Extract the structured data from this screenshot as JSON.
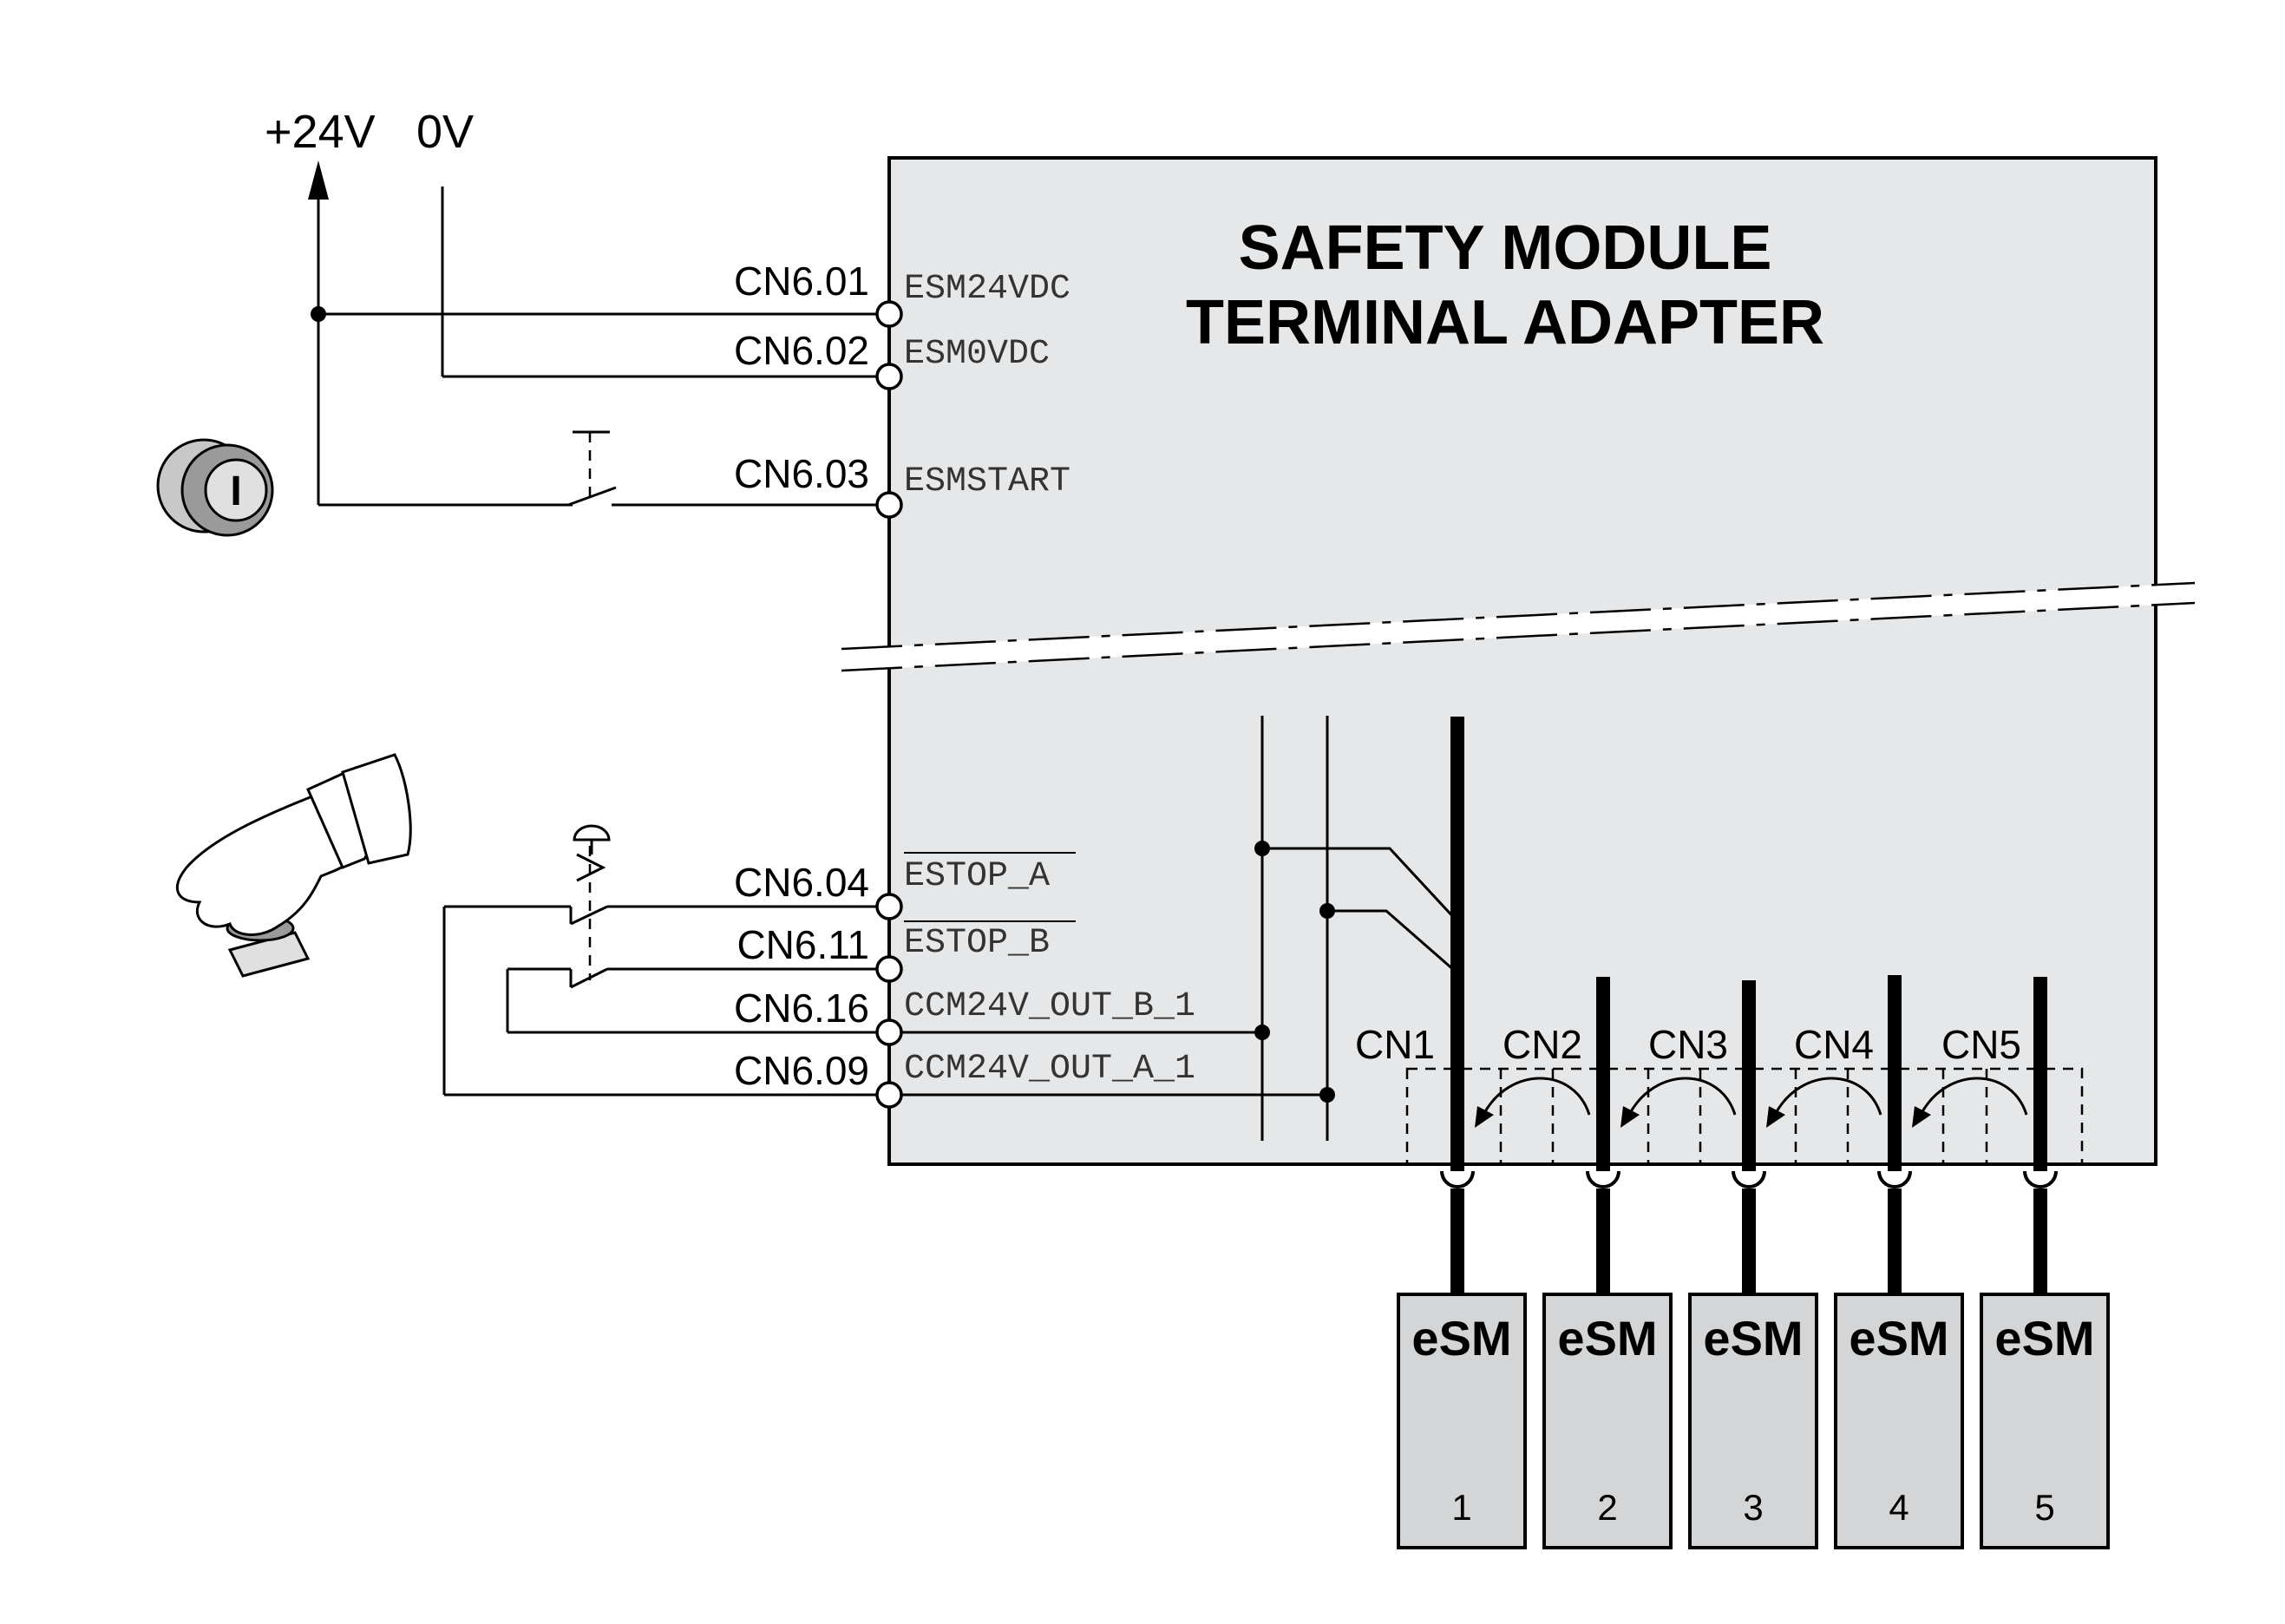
{
  "supply": {
    "plus": "+24V",
    "zero": "0V"
  },
  "module": {
    "title_line1": "SAFETY MODULE",
    "title_line2": "TERMINAL ADAPTER"
  },
  "terminals": [
    {
      "pin": "CN6.01",
      "signal": "ESM24VDC"
    },
    {
      "pin": "CN6.02",
      "signal": "ESM0VDC"
    },
    {
      "pin": "CN6.03",
      "signal": "ESMSTART"
    },
    {
      "pin": "CN6.04",
      "signal": "ESTOP_A"
    },
    {
      "pin": "CN6.11",
      "signal": "ESTOP_B"
    },
    {
      "pin": "CN6.16",
      "signal": "CCM24V_OUT_B_1"
    },
    {
      "pin": "CN6.09",
      "signal": "CCM24V_OUT_A_1"
    }
  ],
  "connectors": [
    "CN1",
    "CN2",
    "CN3",
    "CN4",
    "CN5"
  ],
  "start_button_symbol": "I",
  "modules": [
    {
      "name": "eSM",
      "number": "1"
    },
    {
      "name": "eSM",
      "number": "2"
    },
    {
      "name": "eSM",
      "number": "3"
    },
    {
      "name": "eSM",
      "number": "4"
    },
    {
      "name": "eSM",
      "number": "5"
    }
  ],
  "icons": {
    "start_button": "start-pushbutton-icon",
    "emergency_stop": "hand-pressing-emergency-stop-icon",
    "wire_break": "break-line-icon"
  }
}
